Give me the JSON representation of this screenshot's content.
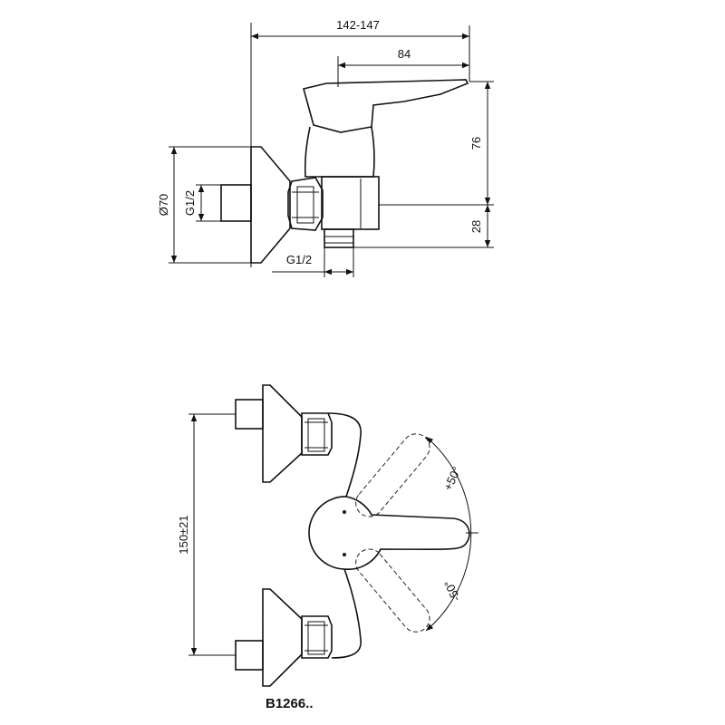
{
  "side_view": {
    "dims": {
      "overall_depth": "142-147",
      "lever_reach": "84",
      "lever_height": "76",
      "outlet_height": "28",
      "flange_diameter": "Ø70",
      "inlet_thread": "G1/2",
      "outlet_thread": "G1/2"
    }
  },
  "top_view": {
    "dims": {
      "inlet_spacing": "150±21",
      "rotation_plus": "+50°",
      "rotation_minus": "-50°"
    }
  },
  "product_code": "B1266.."
}
